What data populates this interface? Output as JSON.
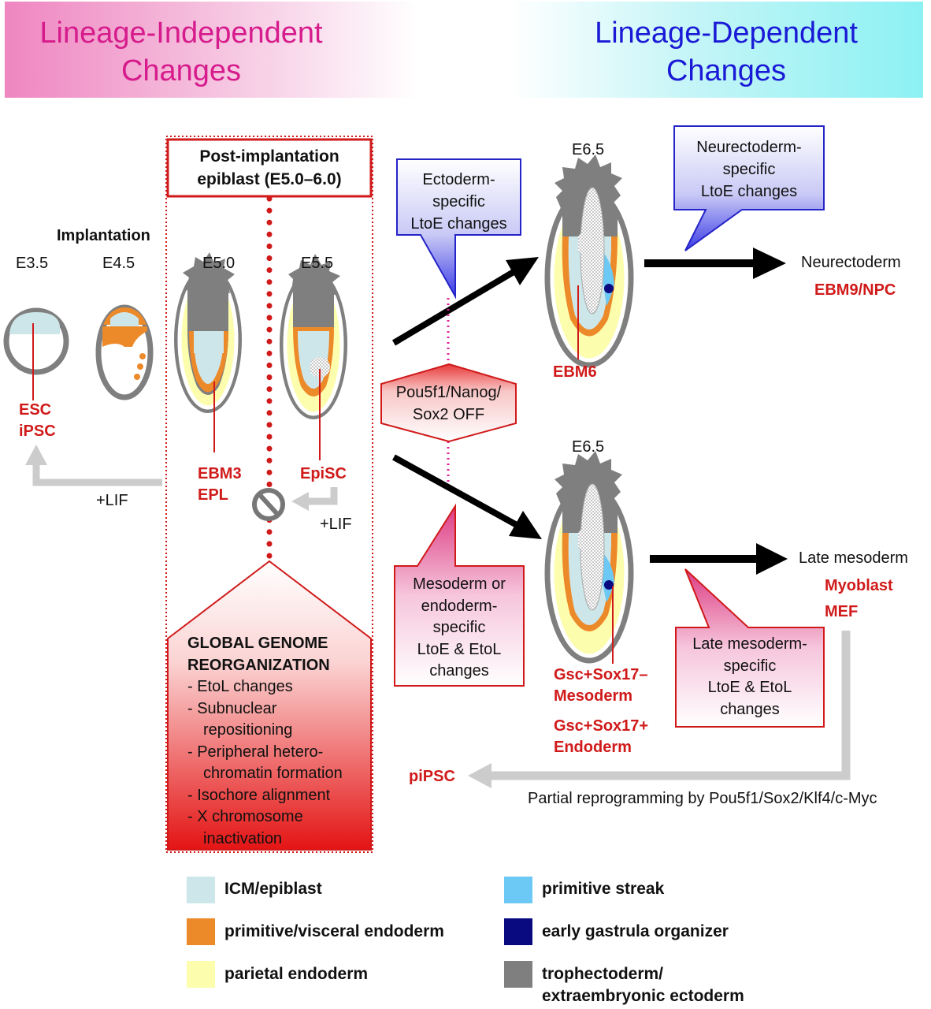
{
  "header": {
    "left_title_line1": "Lineage-Independent",
    "left_title_line2": "Changes",
    "right_title_line1": "Lineage-Dependent",
    "right_title_line2": "Changes",
    "left_color": "#d61c8c",
    "right_color": "#1a1ad6"
  },
  "stages": {
    "implantation": "Implantation",
    "e3_5": "E3.5",
    "e4_5": "E4.5",
    "e5_0": "E5.0",
    "e5_5": "E5.5",
    "e6_5_top": "E6.5",
    "e6_5_bottom": "E6.5"
  },
  "post_implantation_box": {
    "line1": "Post-implantation",
    "line2": "epiblast (E5.0–6.0)"
  },
  "cell_labels": {
    "esc": "ESC",
    "ipsc": "iPSC",
    "ebm3": "EBM3",
    "epl": "EPL",
    "episc": "EpiSC",
    "ebm6": "EBM6",
    "ebm9_npc": "EBM9/NPC",
    "myoblast": "Myoblast",
    "mef": "MEF",
    "gsc_mesoderm_1": "Gsc+Sox17–",
    "gsc_mesoderm_2": "Mesoderm",
    "gsc_endoderm_1": "Gsc+Sox17+",
    "gsc_endoderm_2": "Endoderm",
    "pipsc": "piPSC"
  },
  "lineages": {
    "neurectoderm": "Neurectoderm",
    "late_mesoderm": "Late mesoderm"
  },
  "arrows": {
    "lif_left": "+LIF",
    "lif_right": "+LIF",
    "partial_reprogramming": "Partial reprogramming by Pou5f1/Sox2/Klf4/c-Myc"
  },
  "callouts": {
    "ectoderm": [
      "Ectoderm-",
      "specific",
      "LtoE changes"
    ],
    "neurectoderm": [
      "Neurectoderm-",
      "specific",
      "LtoE changes"
    ],
    "pou5f1": [
      "Pou5f1/Nanog/",
      "Sox2 OFF"
    ],
    "mesoderm_endoderm": [
      "Mesoderm or",
      "endoderm-",
      "specific",
      "LtoE & EtoL",
      "changes"
    ],
    "late_mesoderm": [
      "Late mesoderm-",
      "specific",
      "LtoE & EtoL",
      "changes"
    ]
  },
  "global_genome": {
    "title1": "GLOBAL GENOME",
    "title2": "REORGANIZATION",
    "items": [
      "- EtoL changes",
      "- Subnuclear",
      "repositioning",
      "- Peripheral hetero-",
      "chromatin formation",
      "- Isochore alignment",
      "- X chromosome",
      "inactivation"
    ]
  },
  "legend": [
    {
      "label": "ICM/epiblast",
      "color": "#cde6ea"
    },
    {
      "label": "primitive/visceral endoderm",
      "color": "#ec8a2a"
    },
    {
      "label": "parietal endoderm",
      "color": "#fdfdae"
    },
    {
      "label": "primitive streak",
      "color": "#6cc8f4"
    },
    {
      "label": "early gastrula organizer",
      "color": "#0a0a80"
    },
    {
      "label": "trophectoderm/",
      "label2": "extraembryonic ectoderm",
      "color": "#7f7f7f"
    }
  ],
  "colors": {
    "label_red": "#d01a1a",
    "trophectoderm_gray": "#7f7f7f",
    "arrow_black": "#000000",
    "arrow_gray": "#cccccc"
  }
}
